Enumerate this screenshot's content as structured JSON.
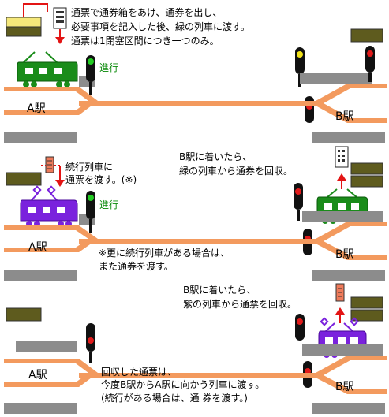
{
  "scene1": {
    "note_lines": [
      "通票で通券箱をあけ、通券を出し、",
      "必要事項を記入した後、緑の列車に渡す。",
      "通票は1閉塞区間につき一つのみ。"
    ],
    "signal_aspect": "進行",
    "station_a": "A駅",
    "station_b": "B駅"
  },
  "scene2": {
    "left_note_lines": [
      "続行列車に",
      "通票を渡す。(※)"
    ],
    "right_note_lines": [
      "B駅に着いたら、",
      "緑の列車から通券を回収。"
    ],
    "signal_aspect": "進行",
    "middle_note_lines": [
      "※更に続行列車がある場合は、",
      "また通券を渡す。"
    ],
    "station_a": "A駅",
    "station_b": "B駅"
  },
  "scene3": {
    "right_note_lines": [
      "B駅に着いたら、",
      "紫の列車から通票を回収。"
    ],
    "bottom_note_lines": [
      "回収した通票は、",
      "今度B駅からA駅に向かう列車に渡す。",
      "(続行がある場合は、通 券を渡す。)"
    ],
    "station_a": "A駅",
    "station_b": "B駅"
  },
  "colors": {
    "green_train": "#1a8c1a",
    "purple_train": "#7a22dd",
    "track": "#f39a5e",
    "platform": "#8c8c8c",
    "signal_red": "#e11b1b",
    "signal_green": "#22cc22",
    "signal_yellow": "#f1e21a",
    "box_olive": "#5e5b1e",
    "token_red": "#ee7a5a",
    "arrow_red": "#e31414"
  }
}
